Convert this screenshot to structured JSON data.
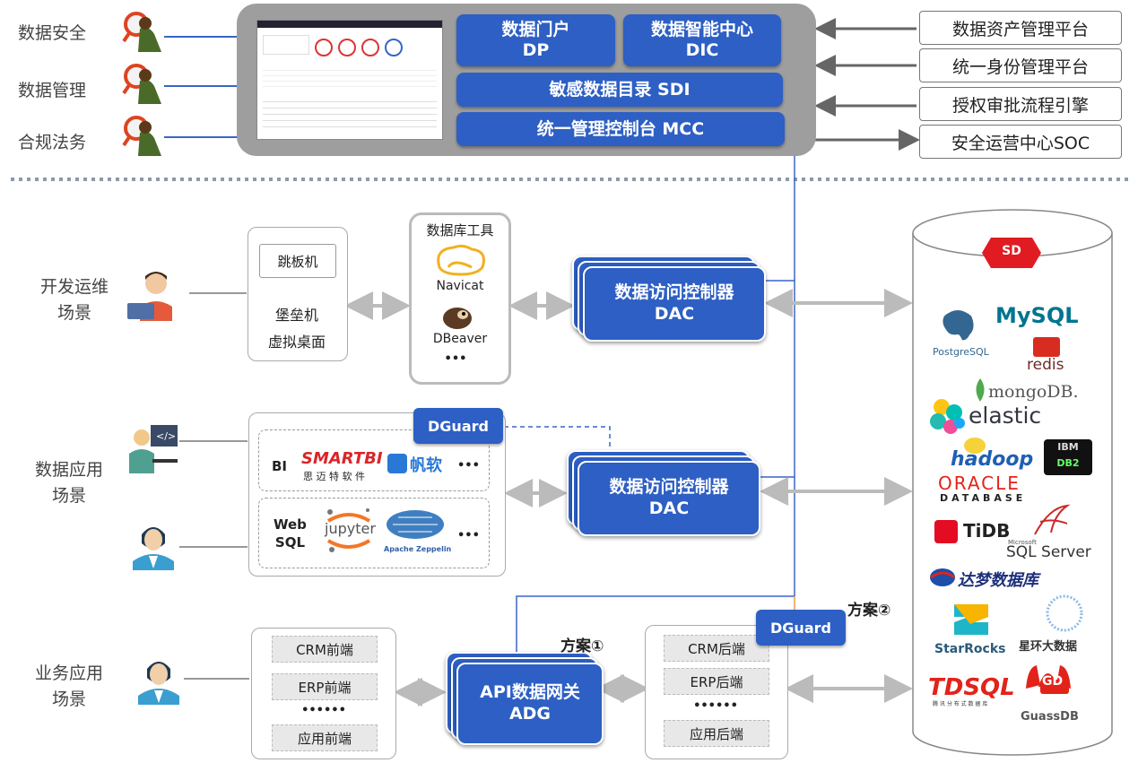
{
  "roles_top": [
    "数据安全",
    "数据管理",
    "合规法务"
  ],
  "platform": {
    "dp": {
      "l1": "数据门户",
      "l2": "DP"
    },
    "dic": {
      "l1": "数据智能中心",
      "l2": "DIC"
    },
    "sdi": "敏感数据目录 SDI",
    "mcc": "统一管理控制台 MCC"
  },
  "external": [
    "数据资产管理平台",
    "统一身份管理平台",
    "授权审批流程引擎",
    "安全运营中心SOC"
  ],
  "scenes": {
    "devops": "开发运维\n场景",
    "data_app": "数据应用\n场景",
    "biz_app": "业务应用\n场景"
  },
  "ops_box": {
    "jump": "跳板机",
    "bastion": "堡垒机",
    "vdesk": "虚拟桌面"
  },
  "db_tools": {
    "title": "数据库工具",
    "navicat": "Navicat",
    "dbeaver": "DBeaver",
    "more": "•••"
  },
  "dac": {
    "l1": "数据访问控制器",
    "l2": "DAC"
  },
  "dguard": "DGuard",
  "bi_row": {
    "label": "BI",
    "smartbi": "SMARTBI",
    "smartbi_sub": "思 迈 特 软 件",
    "fanruan": "帆软",
    "more": "•••"
  },
  "websql_row": {
    "label1": "Web",
    "label2": "SQL",
    "jupyter": "jupyter",
    "zeppelin": "Apache Zeppelin",
    "more": "•••"
  },
  "frontends": [
    "CRM前端",
    "ERP前端",
    "••••••",
    "应用前端"
  ],
  "backends": [
    "CRM后端",
    "ERP后端",
    "••••••",
    "应用后端"
  ],
  "adg": {
    "l1": "API数据网关",
    "l2": "ADG"
  },
  "plan1": "方案①",
  "plan2": "方案②",
  "sd": "SD",
  "dbs": {
    "postgres": "PostgreSQL",
    "mysql": "MySQL",
    "redis": "redis",
    "mongo": "mongoDB.",
    "elastic": "elastic",
    "hadoop": "hadoop",
    "ibm": "IBM",
    "db2": "DB2",
    "oracle": "ORACLE",
    "oracle_sub": "DATABASE",
    "tidb": "TiDB",
    "mssql_ms": "Microsoft",
    "mssql": "SQL Server",
    "dameng": "达梦数据库",
    "starrocks": "StarRocks",
    "xinghuan": "星环大数据",
    "tdsql": "TDSQL",
    "tdsql_sub": "腾 讯 分 布 式 数 据 库",
    "gauss": "GuassDB",
    "gd": "GD"
  }
}
